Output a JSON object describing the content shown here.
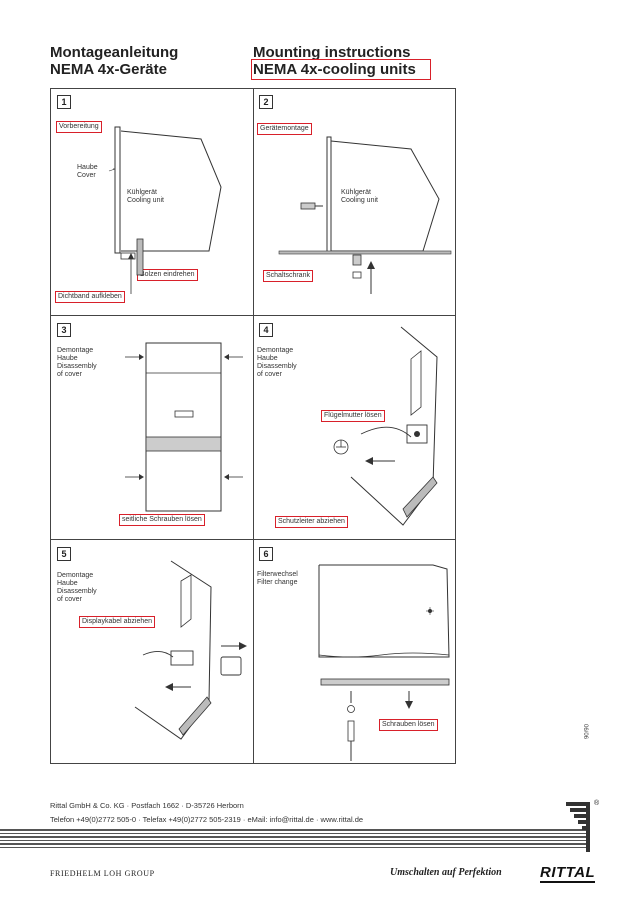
{
  "header": {
    "title_de": "Montageanleitung",
    "subtitle_de": "NEMA 4x-Geräte",
    "title_en": "Mounting instructions",
    "subtitle_en": "NEMA 4x-cooling units"
  },
  "panels": [
    {
      "number": "1",
      "tag": "Vorbereitung",
      "labels": {
        "hood": "Haube\nCover",
        "unit": "Kühlgerät\nCooling unit"
      },
      "tag_bolts": "Bolzen eindrehen",
      "tag_seal": "Dichtband aufkleben"
    },
    {
      "number": "2",
      "tag": "Gerätemontage",
      "labels": {
        "unit": "Kühlgerät\nCooling unit"
      },
      "tag_cabinet": "Schaltschrank"
    },
    {
      "number": "3",
      "labels": {
        "text": "Demontage\nHaube\nDisassembly\nof cover"
      },
      "tag_screws": "seitliche Schrauben lösen"
    },
    {
      "number": "4",
      "labels": {
        "text": "Demontage\nHaube\nDisassembly\nof cover"
      },
      "tag_nut": "Flügelmutter lösen",
      "tag_earth": "Schutzleiter abziehen"
    },
    {
      "number": "5",
      "labels": {
        "text": "Demontage\nHaube\nDisassembly\nof cover"
      },
      "tag_display": "Displaykabel abziehen"
    },
    {
      "number": "6",
      "labels": {
        "text": "Filterwechsel\nFilter change"
      },
      "tag_screws": "Schrauben lösen"
    }
  ],
  "side_code": "06/06",
  "footer": {
    "address": "Rittal GmbH & Co. KG · Postfach 1662 · D-35726 Herborn",
    "contact": "Telefon +49(0)2772 505-0 · Telefax +49(0)2772 505-2319 · eMail: info@rittal.de · www.rittal.de",
    "group": "FRIEDHELM LOH GROUP",
    "slogan": "Umschalten auf Perfektion",
    "brand": "RITTAL",
    "registered": "®"
  }
}
